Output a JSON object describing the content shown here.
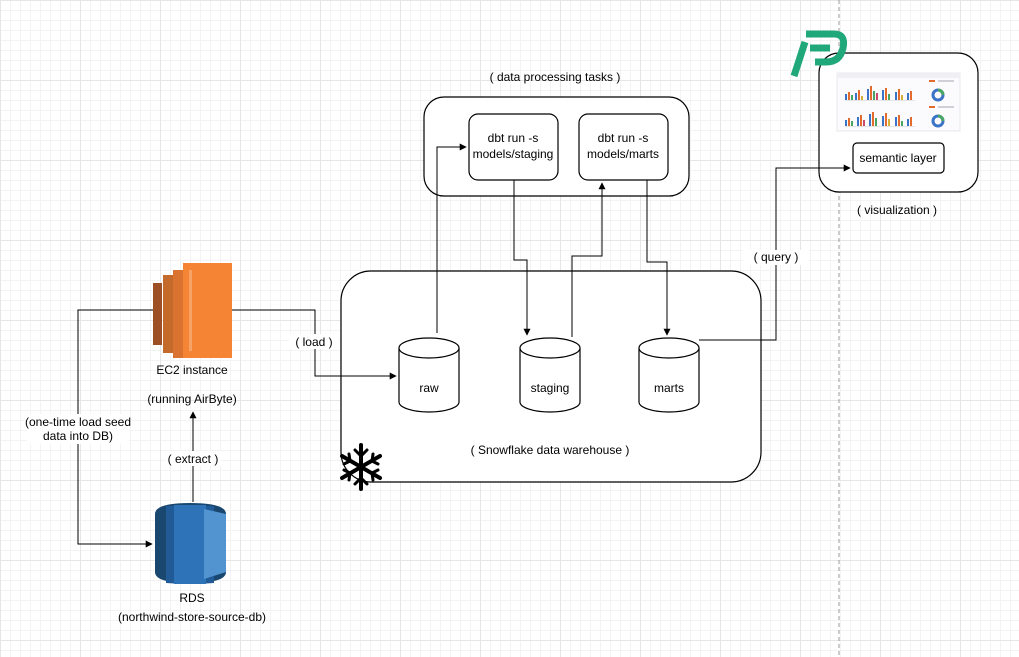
{
  "labels": {
    "data_processing_tasks": "( data processing tasks )",
    "dbt_staging_line1": "dbt run -s",
    "dbt_staging_line2": "models/staging",
    "dbt_marts_line1": "dbt run -s",
    "dbt_marts_line2": "models/marts",
    "semantic_layer": "semantic layer",
    "visualization": "( visualization )",
    "query": "( query )",
    "load": "( load )",
    "raw": "raw",
    "staging": "staging",
    "marts": "marts",
    "snowflake_warehouse": "( Snowflake data warehouse )",
    "ec2_instance": "EC2 instance",
    "running_airbyte": "(running AirByte)",
    "one_time_load_line1": "(one-time load seed",
    "one_time_load_line2": "data into DB)",
    "extract": "( extract )",
    "rds": "RDS",
    "rds_name": "(northwind-store-source-db)"
  },
  "icons": {
    "ec2": "aws-ec2-icon",
    "rds": "aws-rds-icon",
    "snowflake": "snowflake-icon",
    "preset": "preset-logo-icon",
    "dashboard": "dashboard-thumbnail-icon"
  },
  "colors": {
    "ec2_orange": "#F58534",
    "ec2_dark": "#9D5025",
    "rds_blue": "#2E73B8",
    "rds_dark": "#1A476F",
    "preset_green": "#20A77A"
  }
}
